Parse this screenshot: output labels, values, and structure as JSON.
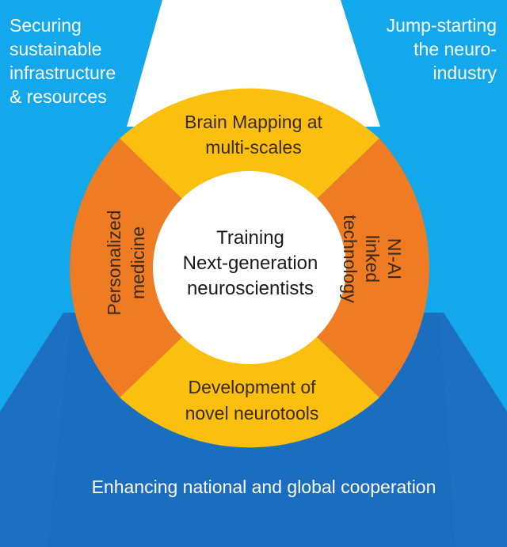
{
  "colors": {
    "background_light_blue": "#13a8ec",
    "background_dark_blue": "#1c6fc1",
    "highlight_white": "#ffffff",
    "segment_yellow": "#fbbf10",
    "segment_orange": "#ef7b22",
    "center_white": "#ffffff"
  },
  "corners": {
    "top_left": [
      "Securing",
      "sustainable",
      "infrastructure",
      "& resources"
    ],
    "top_right": [
      "Jump-starting",
      "the neuro-",
      "industry"
    ]
  },
  "segments": {
    "top": [
      "Brain Mapping at",
      "multi-scales"
    ],
    "left": [
      "Personalized",
      "medicine"
    ],
    "right": [
      "NI-AI",
      "linked",
      "technology"
    ],
    "bottom": [
      "Development of",
      "novel neurotools"
    ]
  },
  "center": [
    "Training",
    "Next-generation",
    "neuroscientists"
  ],
  "bottom_banner": "Enhancing national and global cooperation"
}
